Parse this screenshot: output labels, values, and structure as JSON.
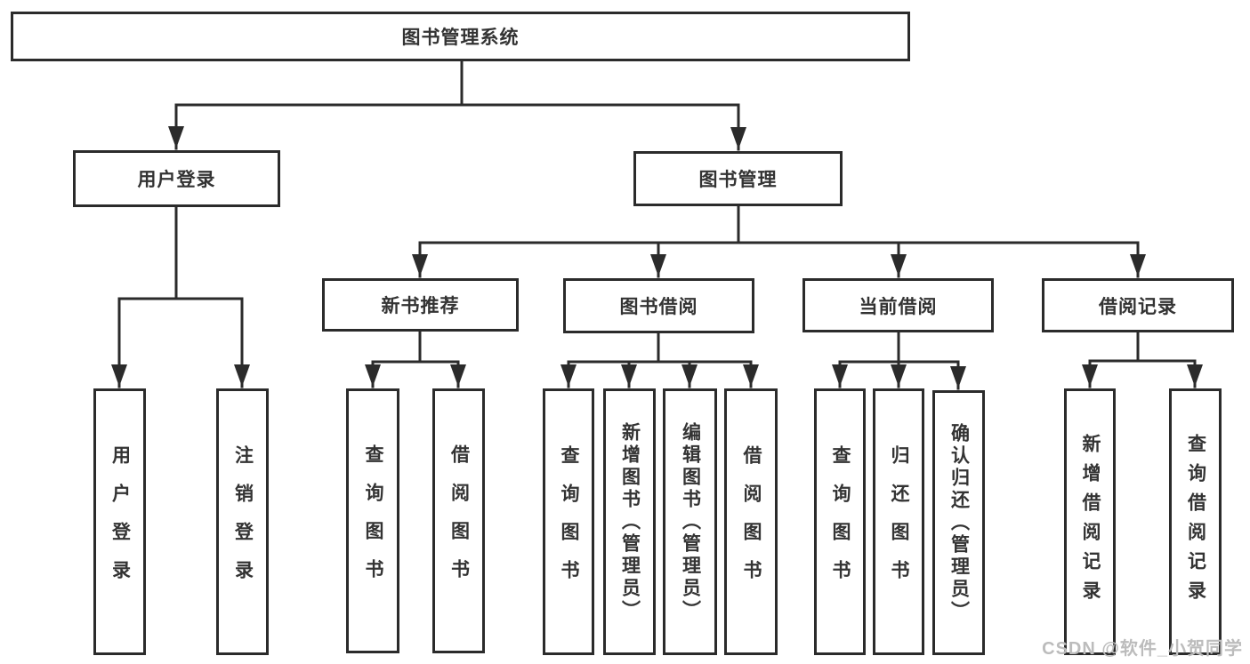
{
  "diagram": {
    "root": {
      "label": "图书管理系统"
    },
    "level2": [
      {
        "label": "用户登录"
      },
      {
        "label": "图书管理"
      }
    ],
    "level3": [
      {
        "label": "新书推荐"
      },
      {
        "label": "图书借阅"
      },
      {
        "label": "当前借阅"
      },
      {
        "label": "借阅记录"
      }
    ],
    "leaves": {
      "login": [
        "用户登录",
        "注销登录"
      ],
      "recommend": [
        "查询图书",
        "借阅图书"
      ],
      "borrow": [
        "查询图书",
        "新增图书（管理员）",
        "编辑图书（管理员）",
        "借阅图书"
      ],
      "current": [
        "查询图书",
        "归还图书",
        "确认归还（管理员）"
      ],
      "records": [
        "新增借阅记录",
        "查询借阅记录"
      ]
    },
    "colors": {
      "line": "#2b2b2b",
      "text": "#333333",
      "background": "#ffffff",
      "watermark_color": "#bcbcbc"
    }
  },
  "watermark": "CSDN @软件_小贺同学"
}
